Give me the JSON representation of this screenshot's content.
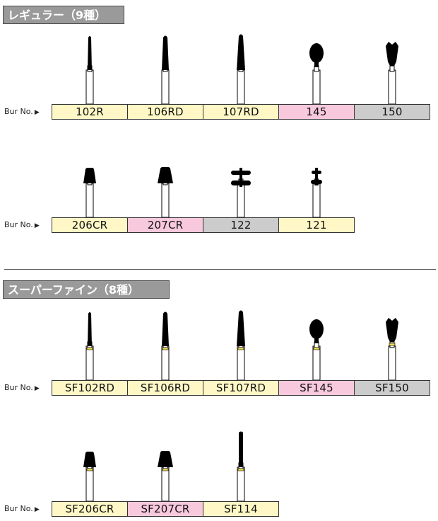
{
  "colors": {
    "yellow": "#fff8c6",
    "pink": "#f8c8dc",
    "gray": "#cccccc",
    "band": "#f2e24a",
    "title_bg": "#9a9a9a"
  },
  "sections": [
    {
      "title": "レギュラー（9種）",
      "rows": [
        {
          "label": "Bur No.",
          "items": [
            {
              "name": "102R",
              "color": "#fff8c6",
              "shape": "taper-thin",
              "band": false
            },
            {
              "name": "106RD",
              "color": "#fff8c6",
              "shape": "taper-mid",
              "band": false
            },
            {
              "name": "107RD",
              "color": "#fff8c6",
              "shape": "taper-long",
              "band": false
            },
            {
              "name": "145",
              "color": "#f8c8dc",
              "shape": "egg",
              "band": false
            },
            {
              "name": "150",
              "color": "#cccccc",
              "shape": "bell",
              "band": false
            }
          ]
        },
        {
          "label": "Bur No.",
          "items": [
            {
              "name": "206CR",
              "color": "#fff8c6",
              "shape": "short-cone",
              "band": false
            },
            {
              "name": "207CR",
              "color": "#f8c8dc",
              "shape": "short-cone-wide",
              "band": false
            },
            {
              "name": "122",
              "color": "#cccccc",
              "shape": "double-disc",
              "band": false
            },
            {
              "name": "121",
              "color": "#fff8c6",
              "shape": "double-disc-small",
              "band": false
            }
          ]
        }
      ]
    },
    {
      "title": "スーパーファイン（8種）",
      "rows": [
        {
          "label": "Bur No.",
          "items": [
            {
              "name": "SF102RD",
              "color": "#fff8c6",
              "shape": "taper-thin",
              "band": true
            },
            {
              "name": "SF106RD",
              "color": "#fff8c6",
              "shape": "taper-mid",
              "band": true
            },
            {
              "name": "SF107RD",
              "color": "#fff8c6",
              "shape": "taper-long",
              "band": true
            },
            {
              "name": "SF145",
              "color": "#f8c8dc",
              "shape": "egg",
              "band": true
            },
            {
              "name": "SF150",
              "color": "#cccccc",
              "shape": "bell",
              "band": true
            }
          ]
        },
        {
          "label": "Bur No.",
          "items": [
            {
              "name": "SF206CR",
              "color": "#fff8c6",
              "shape": "short-cone",
              "band": true
            },
            {
              "name": "SF207CR",
              "color": "#f8c8dc",
              "shape": "short-cone-wide",
              "band": true
            },
            {
              "name": "SF114",
              "color": "#fff8c6",
              "shape": "cylinder-long",
              "band": true
            }
          ]
        }
      ]
    }
  ]
}
